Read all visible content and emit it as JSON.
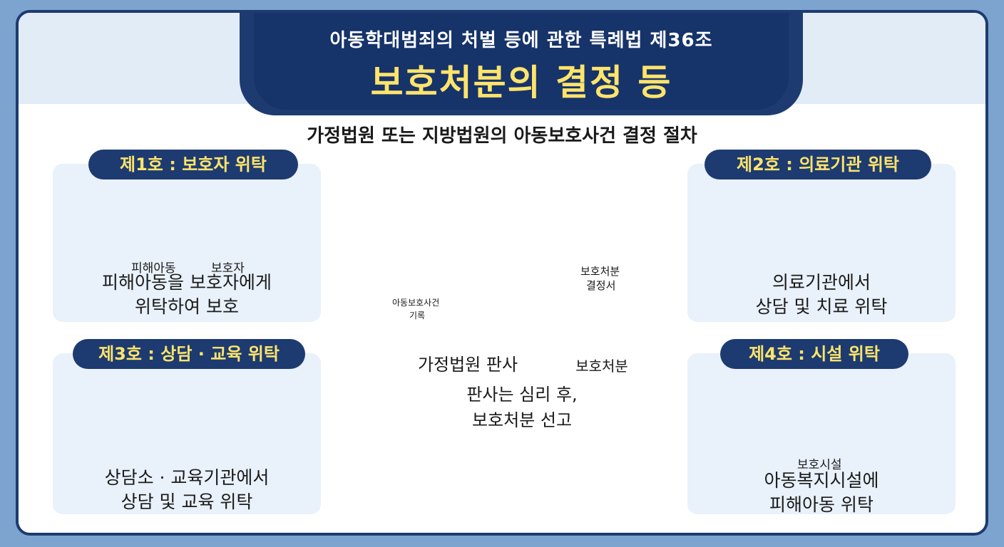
{
  "header": {
    "subtitle": "아동학대범죄의 처벌 등에 관한 특례법 제36조",
    "title": "보호처분의 결정 등"
  },
  "process_title": "가정법원 또는 지방법원의 아동보호사건 결정 절차",
  "center": {
    "judge_label": "가정법원 판사",
    "description_line1": "판사는 심리 후,",
    "description_line2": "보호처분 선고",
    "folder_label_line1": "아동보호사건",
    "folder_label_line2": "기록",
    "document_title_line1": "보호처분",
    "document_title_line2": "결정서",
    "document_label": "보호처분"
  },
  "cards": [
    {
      "pill": "제1호 : 보호자 위탁",
      "labels": [
        "피해아동",
        "보호자"
      ],
      "line1": "피해아동을 보호자에게",
      "line2": "위탁하여 보호"
    },
    {
      "pill": "제2호 : 의료기관 위탁",
      "labels": [],
      "line1": "의료기관에서",
      "line2": "상담 및 치료 위탁"
    },
    {
      "pill": "제3호 : 상담 · 교육 위탁",
      "labels": [],
      "line1": "상담소 · 교육기관에서",
      "line2": "상담 및 교육 위탁"
    },
    {
      "pill": "제4호 : 시설 위탁",
      "labels": [
        "보호시설"
      ],
      "line1": "아동복지시설에",
      "line2": "피해아동 위탁"
    }
  ],
  "icons": {
    "header_emblem": "shield-family-icon",
    "cycle": "circular-arrows-icon",
    "arrow": "arrow-right-icon"
  },
  "colors": {
    "navy": "#1d3b70",
    "yellow": "#ffe46b",
    "card_bg": "#e9f1fa",
    "frame_bg": "#7da3cf"
  }
}
